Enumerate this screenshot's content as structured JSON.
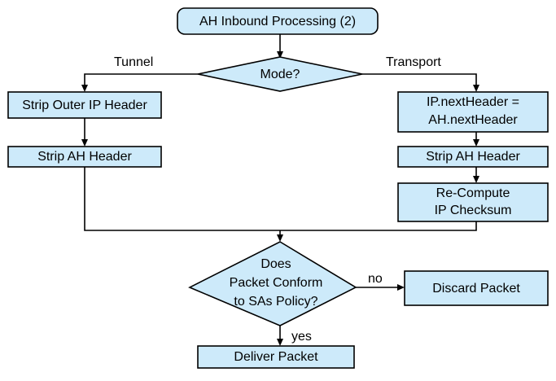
{
  "diagram": {
    "title": "AH Inbound Processing (2)",
    "colors": {
      "node_fill": "#cdeafa",
      "node_stroke": "#000000",
      "background": "#ffffff",
      "text": "#000000"
    },
    "nodes": {
      "start": {
        "label": "AH Inbound Processing (2)",
        "shape": "rounded-rectangle"
      },
      "mode_decision": {
        "label": "Mode?",
        "shape": "diamond"
      },
      "strip_outer_ip_header": {
        "label": "Strip Outer IP Header",
        "shape": "rectangle"
      },
      "strip_ah_header_tunnel": {
        "label": "Strip AH Header",
        "shape": "rectangle"
      },
      "ip_next_header_line1": {
        "label": "IP.nextHeader =",
        "shape": "rectangle"
      },
      "ip_next_header_line2": {
        "label": "AH.nextHeader"
      },
      "strip_ah_header_transport": {
        "label": "Strip AH Header",
        "shape": "rectangle"
      },
      "recompute_line1": {
        "label": "Re-Compute",
        "shape": "rectangle"
      },
      "recompute_line2": {
        "label": "IP Checksum"
      },
      "policy_decision_line1": {
        "label": "Does",
        "shape": "diamond"
      },
      "policy_decision_line2": {
        "label": "Packet Conform"
      },
      "policy_decision_line3": {
        "label": "to SAs Policy?"
      },
      "discard_packet": {
        "label": "Discard Packet",
        "shape": "rectangle"
      },
      "deliver_packet": {
        "label": "Deliver Packet",
        "shape": "rectangle"
      }
    },
    "edge_labels": {
      "tunnel": "Tunnel",
      "transport": "Transport",
      "no": "no",
      "yes": "yes"
    }
  }
}
